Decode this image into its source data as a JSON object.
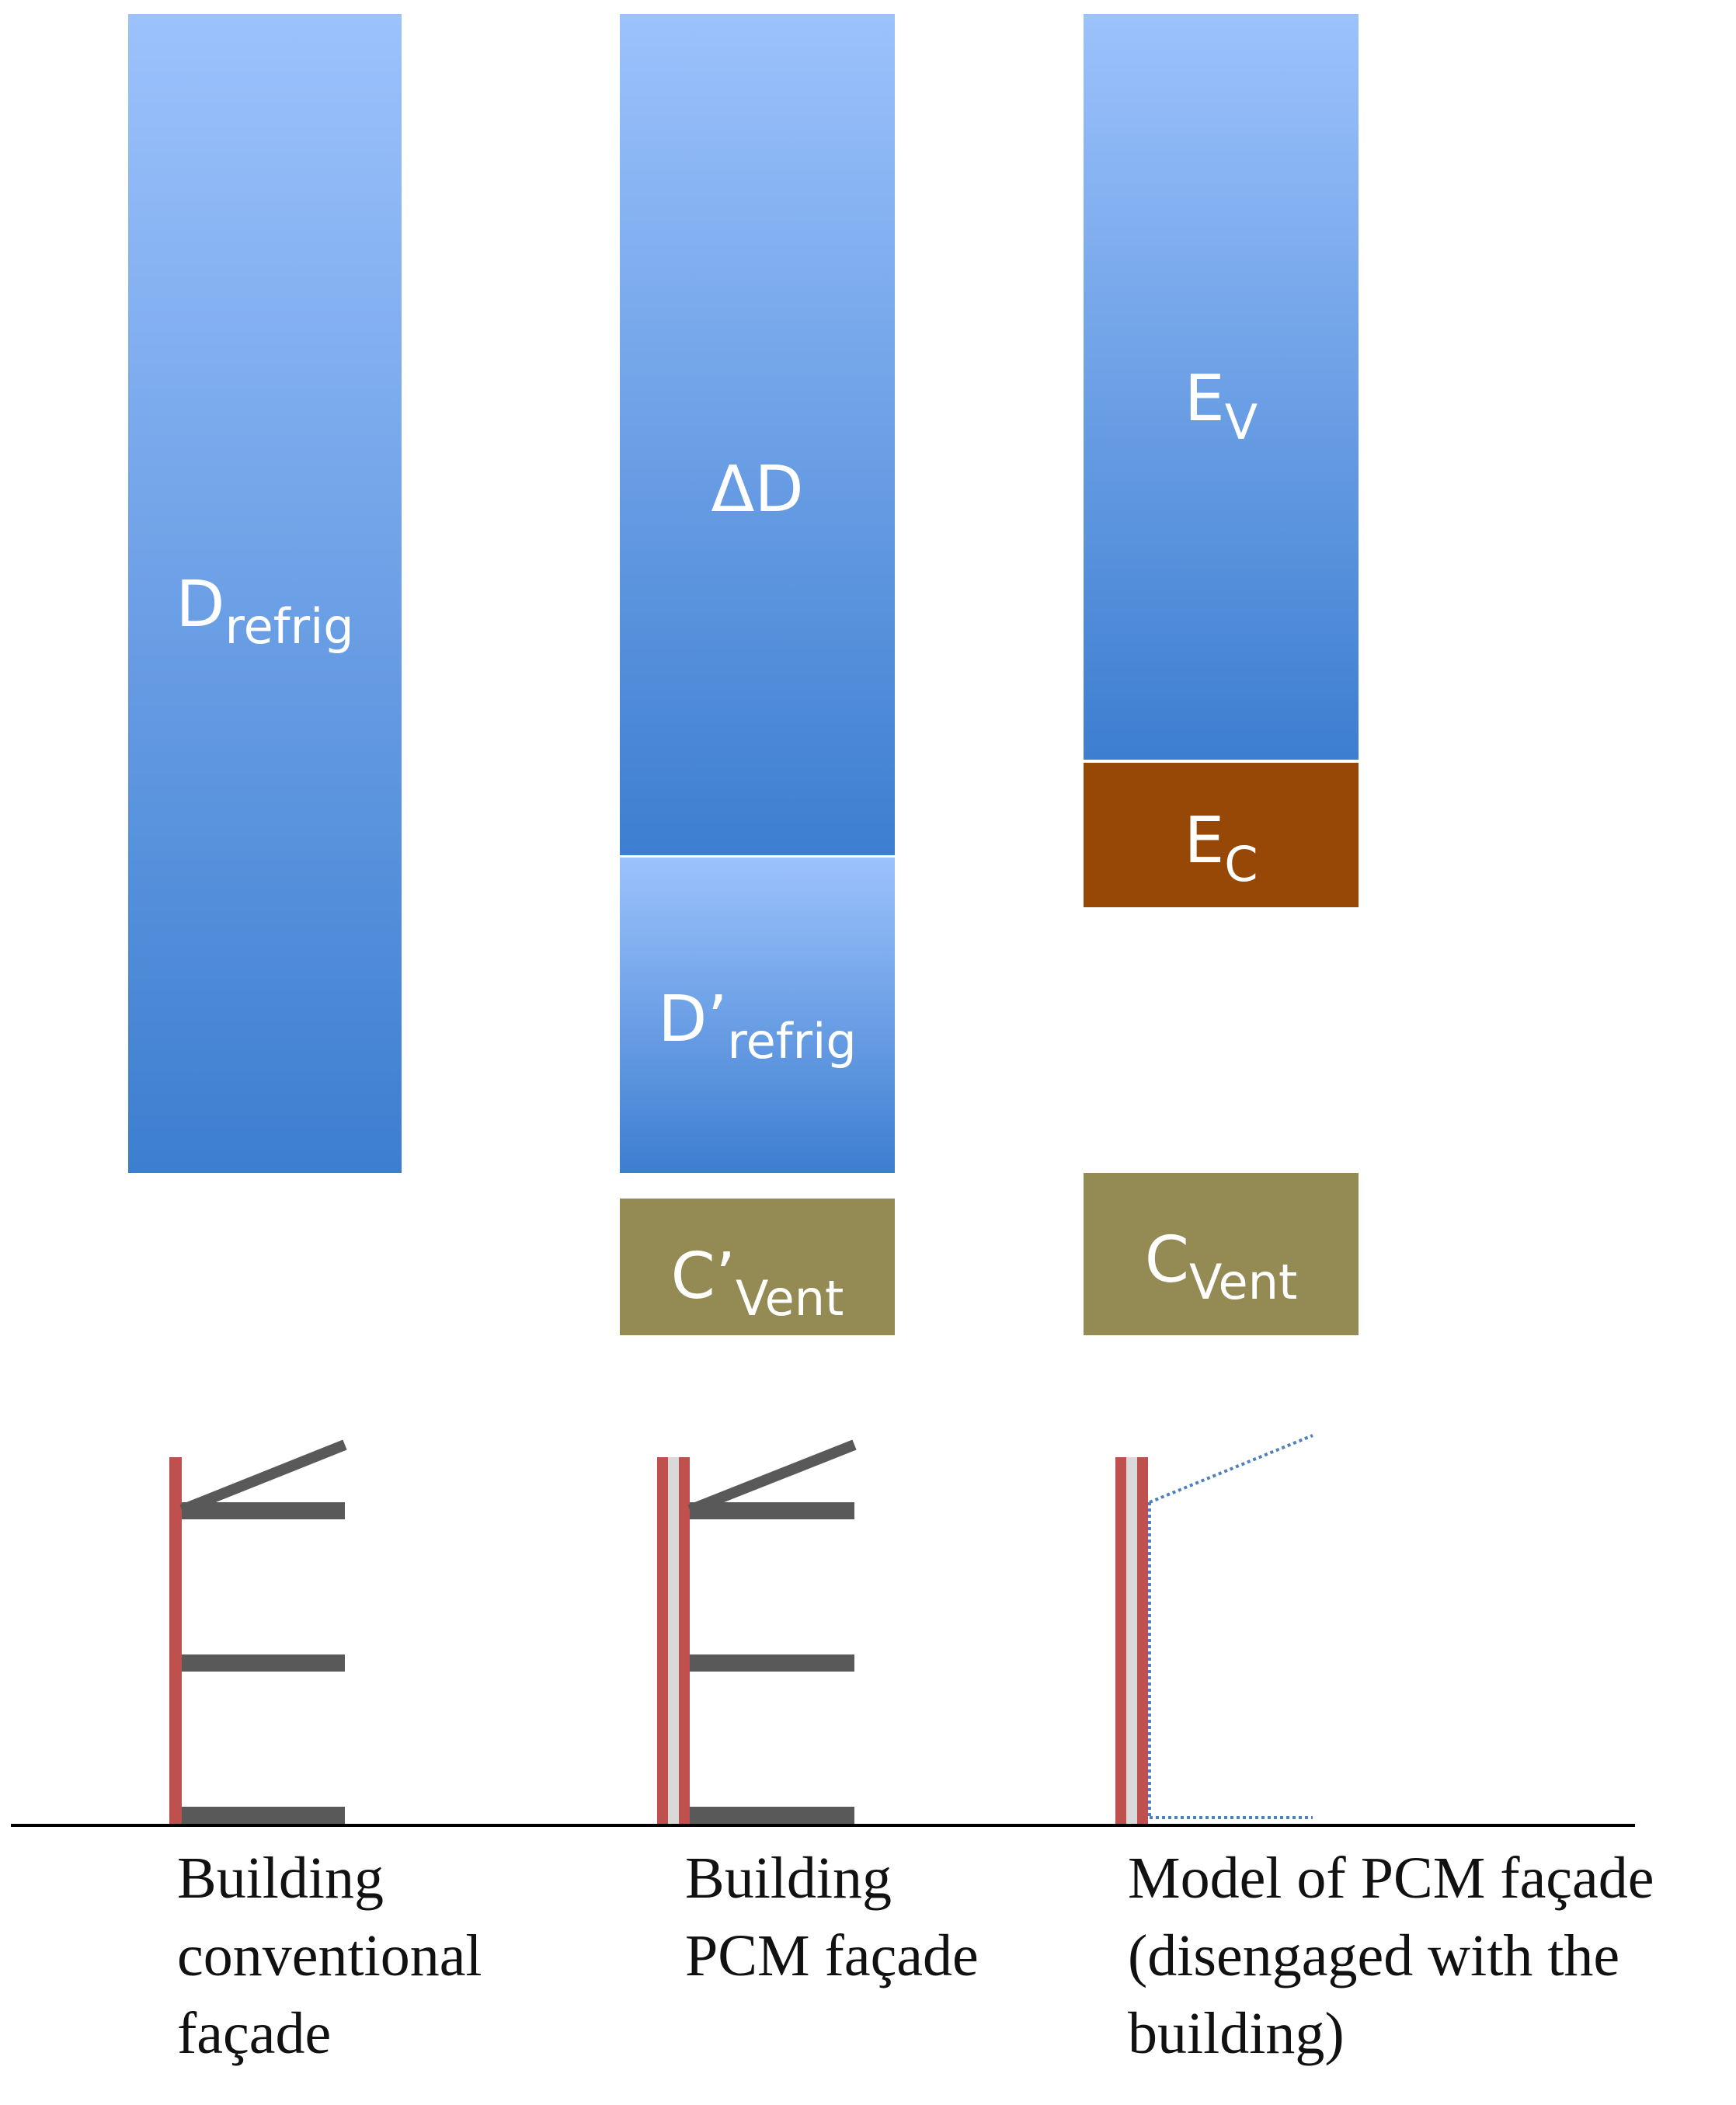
{
  "blocks": {
    "d_refrig": {
      "main": "D",
      "sub": "refrig"
    },
    "delta_d": {
      "main": "ΔD",
      "sub": ""
    },
    "d_prime_refrig": {
      "main": "D’",
      "sub": "refrig"
    },
    "c_prime_vent": {
      "main": "C’",
      "sub": "Vent"
    },
    "e_v": {
      "main": "E",
      "sub": "V"
    },
    "e_c": {
      "main": "E",
      "sub": "C"
    },
    "c_vent": {
      "main": "C",
      "sub": "Vent"
    }
  },
  "captions": {
    "conventional": [
      "Building",
      "conventional",
      "façade"
    ],
    "pcm": [
      "Building",
      "PCM façade"
    ],
    "model": [
      "Model of PCM façade",
      "(disengaged with the",
      "building)"
    ]
  },
  "colors": {
    "blue_top": "#9cc2fc",
    "blue_bottom": "#3d7ed0",
    "brown": "#974806",
    "olive": "#948a54",
    "wall_red": "#c0504d",
    "floor_gray": "#595959",
    "dotted_blue": "#4f81bd"
  }
}
